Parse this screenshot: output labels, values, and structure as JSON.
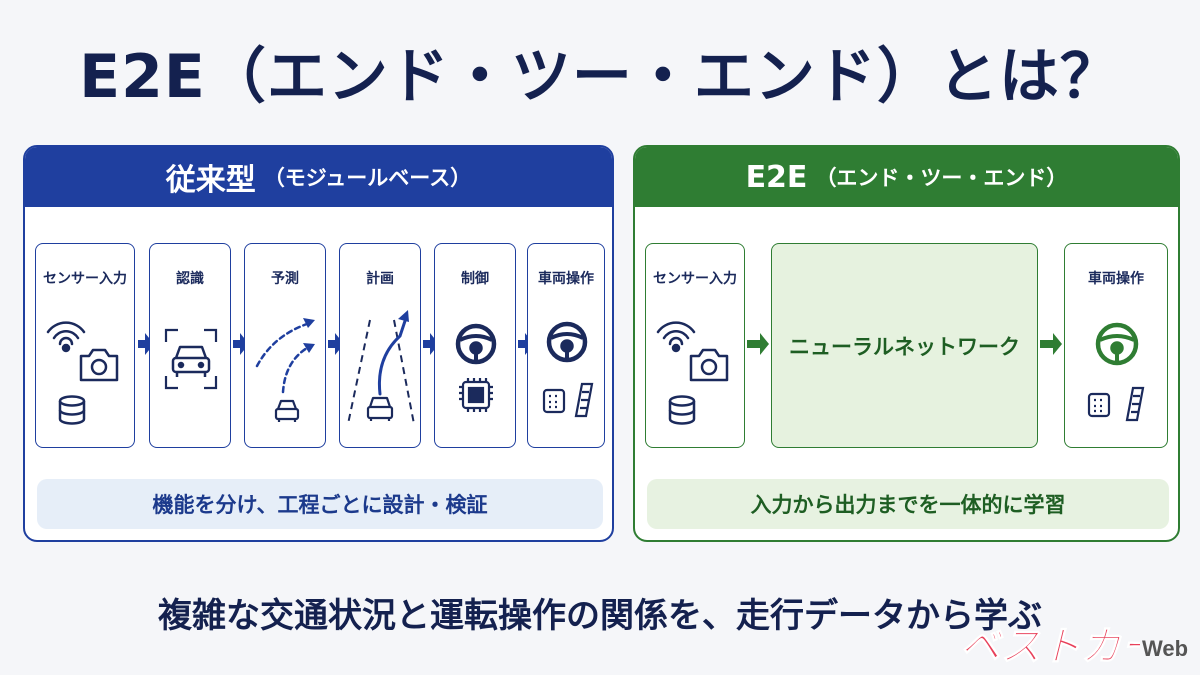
{
  "title": "E2E（エンド・ツー・エンド）とは？",
  "left_panel": {
    "title": "従来型",
    "subtitle": "（モジュールベース）",
    "steps": [
      {
        "label": "センサー入力"
      },
      {
        "label": "認識"
      },
      {
        "label": "予測"
      },
      {
        "label": "計画"
      },
      {
        "label": "制御"
      },
      {
        "label": "車両操作"
      }
    ],
    "caption": "機能を分け、工程ごとに設計・検証"
  },
  "right_panel": {
    "title": "E2E",
    "subtitle": "（エンド・ツー・エンド）",
    "input_label": "センサー入力",
    "network_label": "ニューラルネットワーク",
    "output_label": "車両操作",
    "caption": "入力から出力までを一体的に学習"
  },
  "bottom_text": "複雑な交通状況と運転操作の関係を、走行データから学ぶ",
  "watermark": {
    "logo_text": "ベストカー",
    "suffix": "Web"
  },
  "colors": {
    "navy": "#14214f",
    "blue": "#1f3f9f",
    "green": "#2f7d33",
    "light_blue": "#e6eef8",
    "light_green": "#e6f2df",
    "watermark_red": "#e8405a"
  },
  "icons": [
    "wifi-icon",
    "camera-icon",
    "database-icon",
    "car-icon",
    "focus-frame-icon",
    "trajectory-arrows-icon",
    "road-lanes-icon",
    "steering-wheel-icon",
    "chip-icon",
    "pedal-icon",
    "arrow-right-icon"
  ]
}
